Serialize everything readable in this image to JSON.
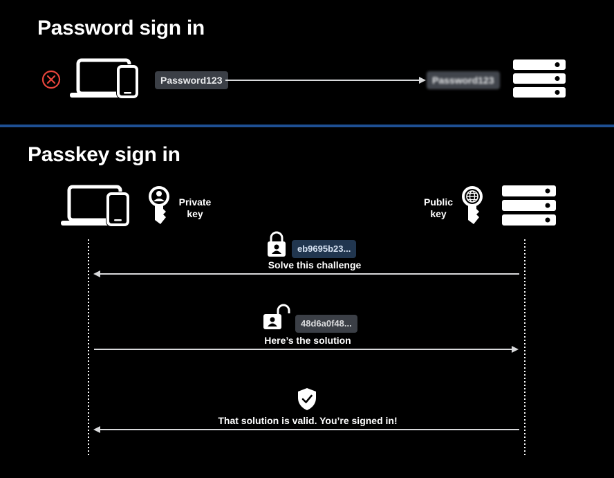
{
  "password": {
    "title": "Password sign in",
    "password_value": "Password123",
    "received_value": "Password123"
  },
  "passkey": {
    "title": "Passkey sign in",
    "private_key_label": "Private\nkey",
    "public_key_label": "Public\nkey",
    "challenge_token": "eb9695b23...",
    "challenge_message": "Solve this challenge",
    "solution_token": "48d6a0f48...",
    "solution_message": "Here’s the solution",
    "valid_message": "That solution is valid. You’re signed in!"
  },
  "colors": {
    "background": "#000000",
    "divider": "#1e4f93",
    "error": "#e8453c",
    "challenge_pill": "#21364f",
    "token_pill": "#3b3f46"
  },
  "icons": [
    "error-x-icon",
    "laptop-phone-icon",
    "server-icon",
    "private-key-icon",
    "public-key-icon",
    "lock-closed-icon",
    "lock-open-icon",
    "shield-check-icon"
  ]
}
